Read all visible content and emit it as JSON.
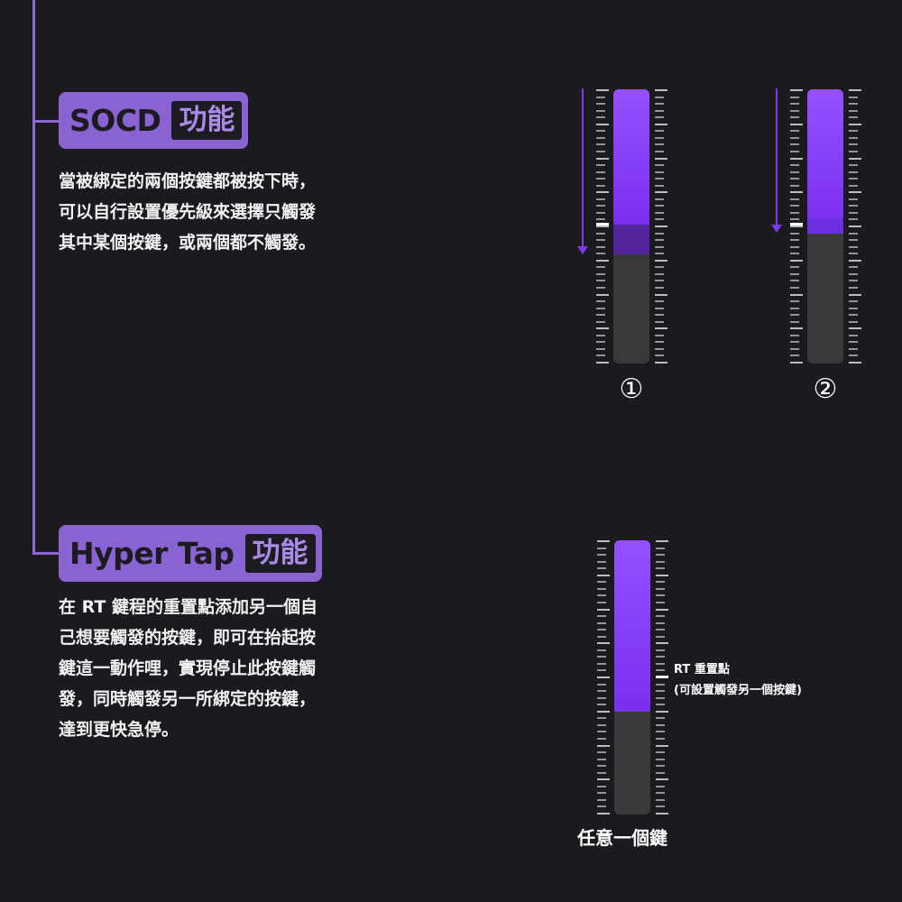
{
  "socd": {
    "title": "SOCD",
    "tag": "功能",
    "description": "當被綁定的兩個按鍵都被按下時，\n可以自行設置優先級來選擇只觸發\n其中某個按鍵，或兩個都不觸發。",
    "diagrams": [
      {
        "label": "①",
        "fill_fraction": 0.58,
        "trigger_fraction": 0.5
      },
      {
        "label": "②",
        "fill_fraction": 0.53,
        "trigger_fraction": 0.5
      }
    ]
  },
  "hypertap": {
    "title": "Hyper Tap",
    "tag": "功能",
    "description": "在 RT 鍵程的重置點添加另一個自\n己想要觸發的按鍵，即可在抬起按\n鍵這一動作哩，實現停止此按鍵觸\n發，同時觸發另一所綁定的按鍵，\n達到更快急停。",
    "diagram": {
      "fill_fraction": 0.63,
      "annotation": "RT 重置點\n(可設置觸發另一個按鍵)",
      "caption": "任意一個鍵"
    }
  },
  "colors": {
    "background": "#1b1a1f",
    "accent": "#8a63d2",
    "fill": "#8a45f5",
    "track": "#393939"
  }
}
